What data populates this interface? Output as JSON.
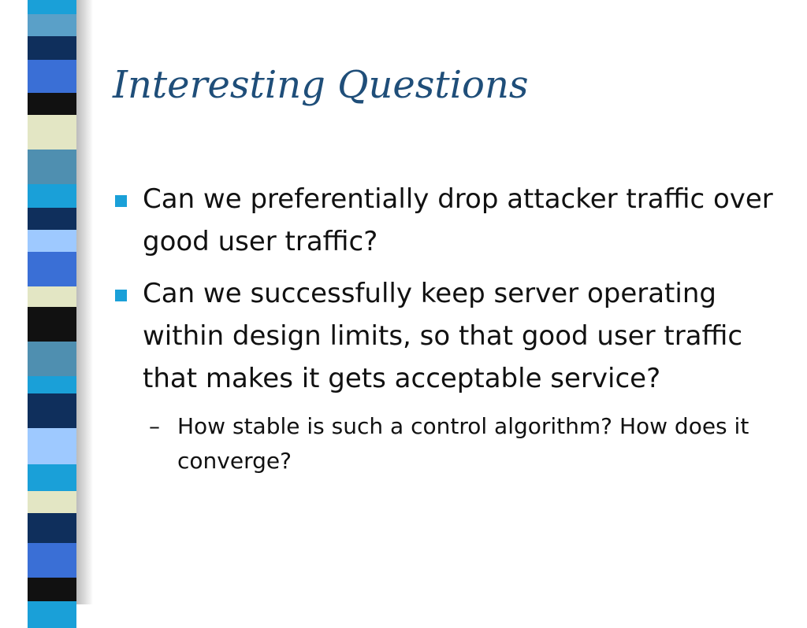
{
  "slide": {
    "title": "Interesting Questions",
    "bullets": [
      {
        "text": "Can we preferentially drop attacker traffic over good user traffic?"
      },
      {
        "text": "Can we successfully keep server operating within design limits, so that good user traffic that makes it gets acceptable service?",
        "sub_bullets": [
          {
            "marker": "–",
            "text": "How stable is such a control algorithm? How does it converge?"
          }
        ]
      }
    ]
  },
  "colors": {
    "title": "#1f4e79",
    "bullet_marker": "#1aa0d8",
    "body_text": "#111111",
    "stripe_palette": [
      "#1b3a6b",
      "#3a6fd6",
      "#111111",
      "#e3e6c4",
      "#4f8fb0",
      "#1aa0d8",
      "#9ec9ff",
      "#0f2f5c"
    ]
  }
}
